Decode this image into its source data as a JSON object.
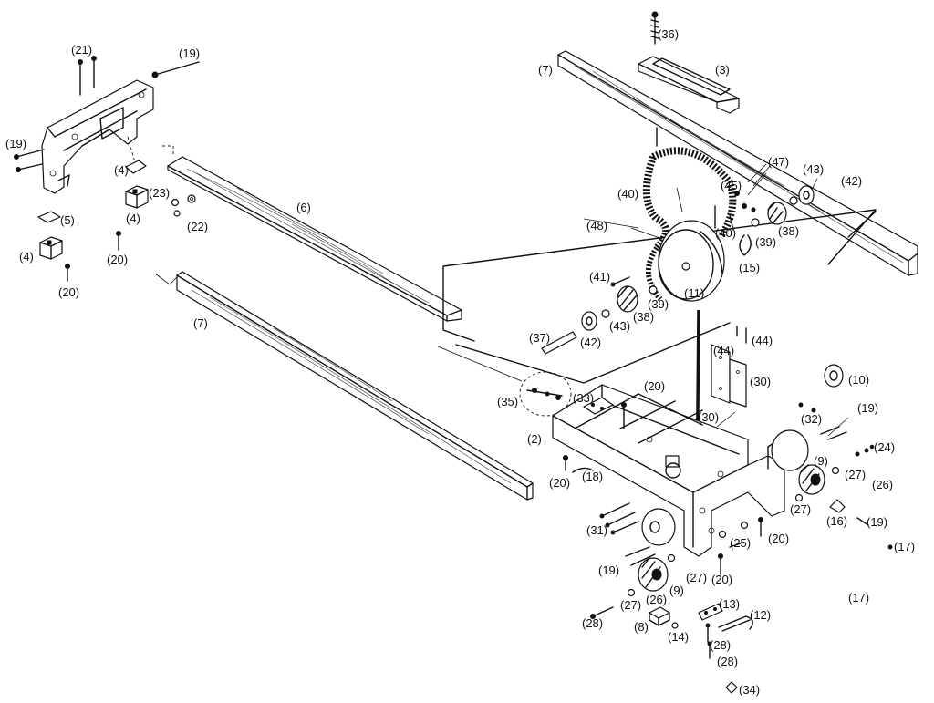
{
  "callouts": [
    "(36)",
    "(3)",
    "(7)",
    "(21)",
    "(19)",
    "(19)",
    "(4)",
    "(23)",
    "(4)",
    "(22)",
    "(5)",
    "(4)",
    "(20)",
    "(20)",
    "(6)",
    "(47)",
    "(43)",
    "(42)",
    "(45)",
    "(40)",
    "(48)",
    "(40)",
    "(39)",
    "(38)",
    "(15)",
    "(41)",
    "(11)",
    "(39)",
    "(38)",
    "(43)",
    "(37)",
    "(42)",
    "(44)",
    "(44)",
    "(7)",
    "(30)",
    "(10)",
    "(35)",
    "(33)",
    "(20)",
    "(2)",
    "(30)",
    "(32)",
    "(19)",
    "(24)",
    "(9)",
    "(27)",
    "(26)",
    "(20)",
    "(18)",
    "(27)",
    "(16)",
    "(19)",
    "(31)",
    "(25)",
    "(20)",
    "(17)",
    "(19)",
    "(27)",
    "(20)",
    "(9)",
    "(26)",
    "(17)",
    "(27)",
    "(28)",
    "(13)",
    "(12)",
    "(8)",
    "(14)",
    "(28)",
    "(28)",
    "(34)"
  ]
}
